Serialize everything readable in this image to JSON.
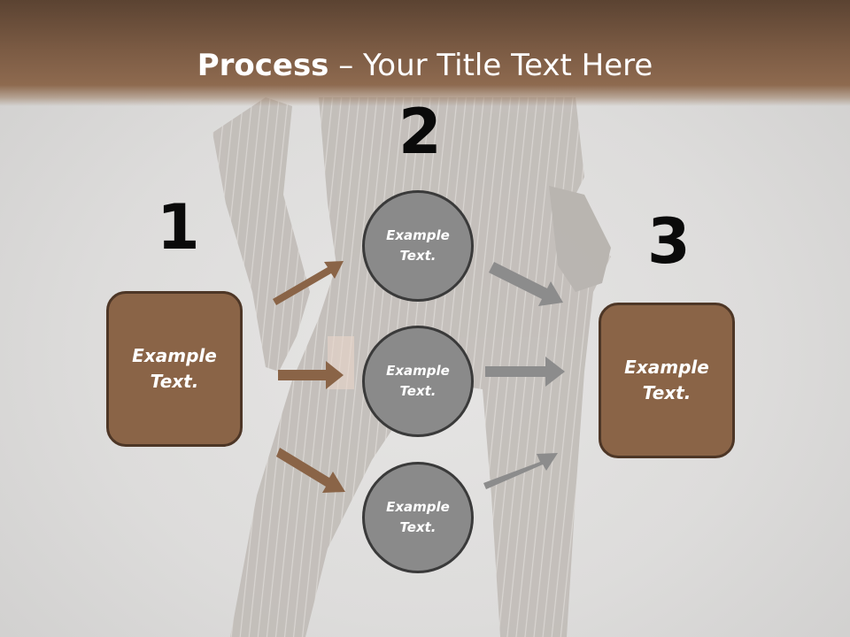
{
  "slide": {
    "title_bold": "Process",
    "title_rest": " – Your Title Text Here",
    "steps": [
      {
        "number": "1",
        "text": "Example Text."
      },
      {
        "number": "2",
        "text": "Example Text."
      },
      {
        "number": "3",
        "text": "Example Text."
      }
    ],
    "circles": [
      {
        "text": "Example Text."
      },
      {
        "text": "Example Text."
      },
      {
        "text": "Example Text."
      }
    ]
  },
  "colors": {
    "header_brown": "#7a5a43",
    "box_fill": "#8a6447",
    "box_border": "#4d3626",
    "circle_fill": "#8a8a8a",
    "arrow_brown": "#8a6447",
    "arrow_gray": "#8c8c8c"
  }
}
